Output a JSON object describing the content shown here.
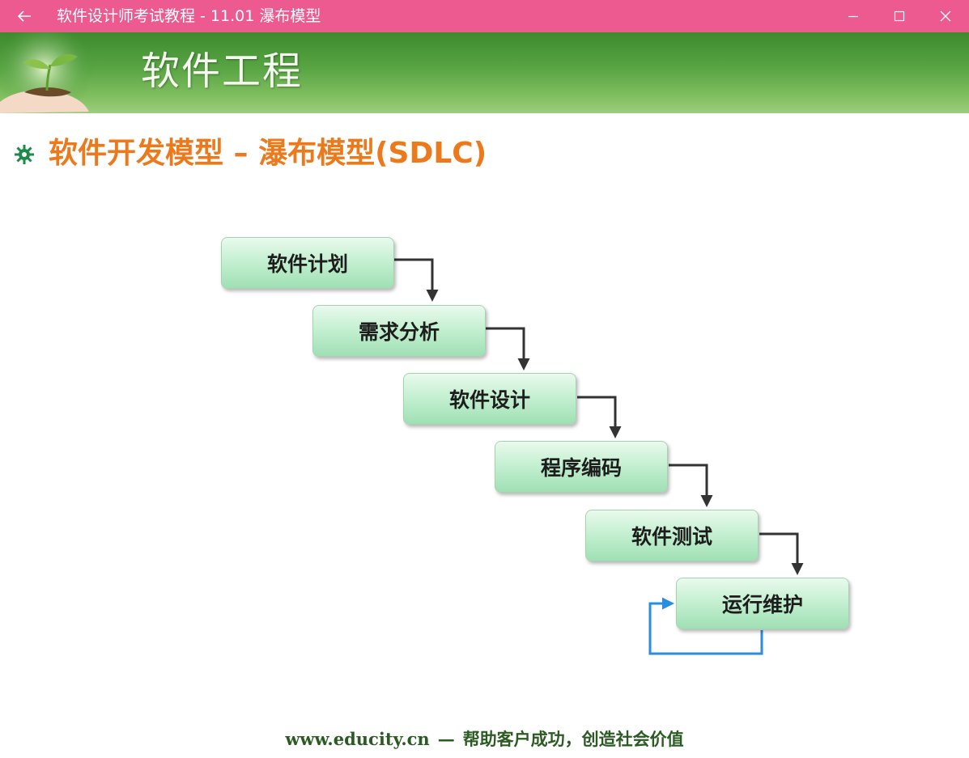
{
  "window": {
    "title": "软件设计师考试教程 - 11.01  瀑布模型",
    "back_icon": "arrow-left-icon",
    "controls": [
      "minimize-icon",
      "maximize-icon",
      "close-icon"
    ]
  },
  "slide": {
    "banner_title": "软件工程",
    "heading": "软件开发模型 – 瀑布模型(SDLC)",
    "colors": {
      "titlebar": "#ec5a8f",
      "banner": "#59a544",
      "heading": "#ec7a1c",
      "step_fill": "#c6f0d2",
      "arrow": "#333333",
      "loop_arrow": "#2a8de0"
    },
    "steps": [
      {
        "label": "软件计划"
      },
      {
        "label": "需求分析"
      },
      {
        "label": "软件设计"
      },
      {
        "label": "程序编码"
      },
      {
        "label": "软件测试"
      },
      {
        "label": "运行维护"
      }
    ],
    "footer": {
      "url": "www.educity.cn",
      "separator": "—",
      "slogan": "帮助客户成功，创造社会价值"
    }
  }
}
